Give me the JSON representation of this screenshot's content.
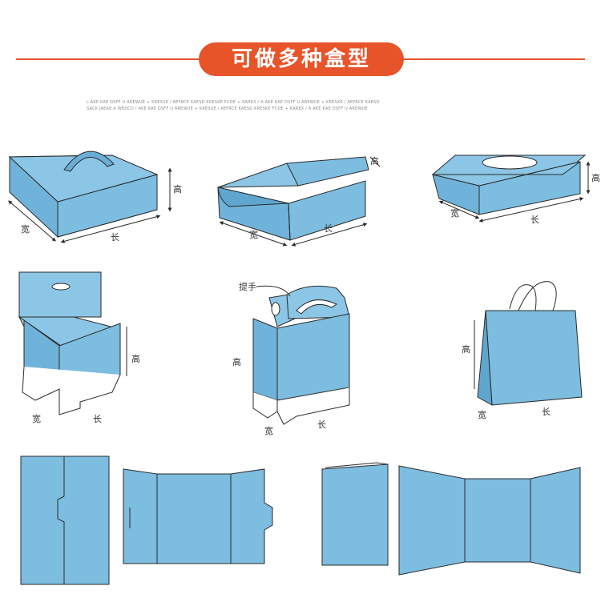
{
  "header": {
    "title": "可做多种盒型",
    "fine_print_line1": "L AKE KAE DSFF U AREWUE + KRESXE / AEFRCE KAESD KRESKE FCDE + KAREX / A AKE KAE DSFF U AREWUE + KRESXE / AEFRCE KAESD",
    "fine_print_line2": "SACK JAEAE A WEDCD / AKE KAE DSFF U AREWUE + KRESXE / AEFRCE KAESD KRESKE FCDE + KAREX / A AKE KAE DSFF U AREWUE"
  },
  "colors": {
    "accent": "#e8542a",
    "box_fill": "#7cbde0",
    "box_dark": "#5fa6cf",
    "outline": "#2a2a2a"
  },
  "labels": {
    "box1": {
      "height": "高",
      "width": "宽",
      "length": "长"
    },
    "box2": {
      "width": "宽",
      "length": "长"
    },
    "box3": {
      "height": "高",
      "width": "宽",
      "length": "长"
    },
    "box4": {
      "height": "高",
      "width": "宽",
      "length": "长"
    },
    "box5": {
      "handle": "提手",
      "height": "高",
      "width": "宽",
      "length": "长"
    },
    "box6": {
      "height": "高",
      "width": "宽",
      "length": "长"
    }
  }
}
